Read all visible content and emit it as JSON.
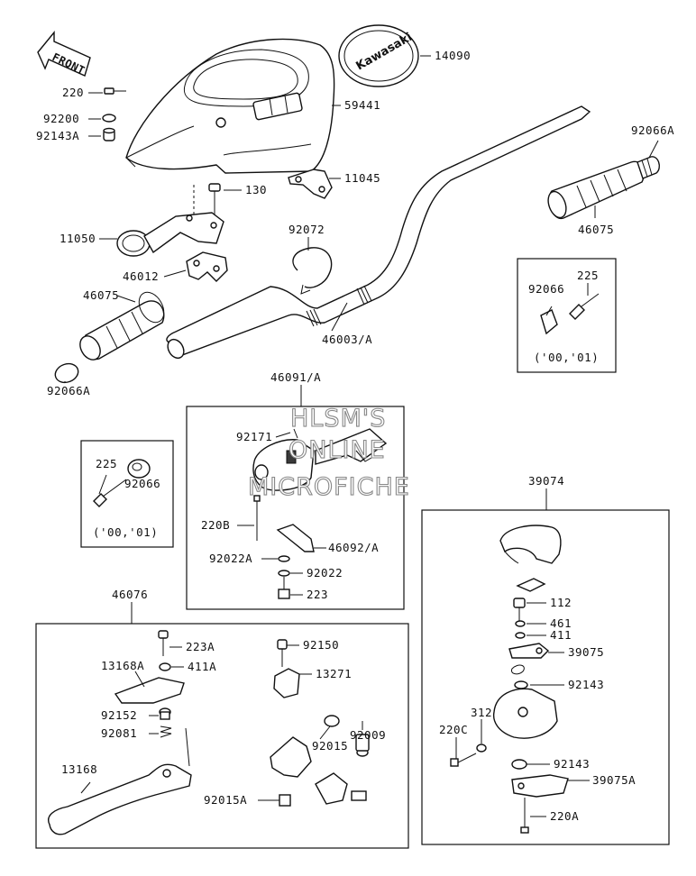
{
  "front_label": "FRONT",
  "brand_emblem_text": "Kawasaki",
  "watermark": [
    "HLSM'S",
    "ONLINE",
    "MICROFICHE"
  ],
  "part_labels": {
    "p220": "220",
    "p92200": "92200",
    "p92143A": "92143A",
    "p59441": "59441",
    "p14090": "14090",
    "p92066A_r": "92066A",
    "p130": "130",
    "p11045": "11045",
    "p11050": "11050",
    "p92072": "92072",
    "p46075_r": "46075",
    "p46012": "46012",
    "p46075_l": "46075",
    "p46003A": "46003/A",
    "p92066A_l": "92066A",
    "p92066_r": "92066",
    "p225_r": "225",
    "yr_r": "('00,'01)",
    "p46091A": "46091/A",
    "p92171": "92171",
    "p225_l": "225",
    "p92066_l": "92066",
    "yr_l": "('00,'01)",
    "p220B": "220B",
    "p46092A": "46092/A",
    "p92022A": "92022A",
    "p92022": "92022",
    "p223": "223",
    "p39074": "39074",
    "p46076": "46076",
    "p223A": "223A",
    "p92150": "92150",
    "p13168A": "13168A",
    "p411A": "411A",
    "p13271": "13271",
    "p112": "112",
    "p461": "461",
    "p411": "411",
    "p39075": "39075",
    "p92152": "92152",
    "p92143_a": "92143",
    "p92081": "92081",
    "p92009": "92009",
    "p312": "312",
    "p220C": "220C",
    "p92015": "92015",
    "p13168": "13168",
    "p92143_b": "92143",
    "p92015A": "92015A",
    "p39075A": "39075A",
    "p220A": "220A"
  }
}
